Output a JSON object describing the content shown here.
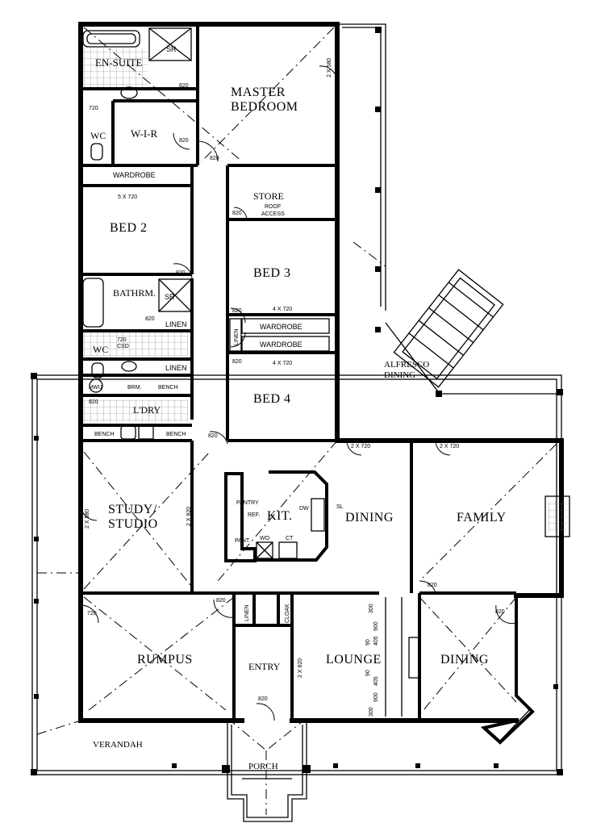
{
  "rooms": {
    "en_suite": "EN-SUITE",
    "master_bedroom_1": "MASTER",
    "master_bedroom_2": "BEDROOM",
    "wir": "W-I-R",
    "wc_1": "WC",
    "wardrobe_top": "WARDROBE",
    "store": "STORE",
    "roof_access_1": "ROOF",
    "roof_access_2": "ACCESS",
    "bed2": "BED 2",
    "bed3": "BED 3",
    "bathroom": "BATHRM.",
    "linen_1": "LINEN",
    "linen_2": "LINEN",
    "linen_vertical": "LINEN",
    "wardrobe_bed3": "WARDROBE",
    "wardrobe_bed4": "WARDROBE",
    "wc_2": "WC",
    "csd": "CSD",
    "alfresco_1": "ALFRESCO",
    "alfresco_2": "DINING",
    "hwu": "HWU",
    "brm": "BRM.",
    "bench_1": "BENCH",
    "bed4": "BED 4",
    "laundry": "L'DRY",
    "bench_2": "BENCH",
    "bench_3": "BENCH",
    "study_1": "STUDY/",
    "study_2": "STUDIO",
    "pantry": "PANTRY",
    "ref": "REF.",
    "kitchen": "KIT.",
    "dw": "DW",
    "sl": "SL",
    "dining_main": "DINING",
    "family": "FAMILY",
    "pant": "PANT.",
    "wo": "WO",
    "ct": "CT",
    "sr_1": "SR",
    "sr_2": "SR",
    "linen_entry": "LINEN",
    "cloak": "CLOAK",
    "rumpus": "RUMPUS",
    "entry": "ENTRY",
    "lounge": "LOUNGE",
    "dining_2": "DINING",
    "verandah": "VERANDAH",
    "porch": "PORCH"
  },
  "dims": {
    "d820": "820",
    "d720": "720",
    "d5x720": "5 X 720",
    "d4x720": "4 X 720",
    "d2x720": "2 X 720",
    "d2x820": "2 X 820",
    "d2x580": "2 X 580",
    "d300": "300",
    "d900": "900",
    "d405": "405",
    "d90": "90",
    "d720csd": "720"
  }
}
